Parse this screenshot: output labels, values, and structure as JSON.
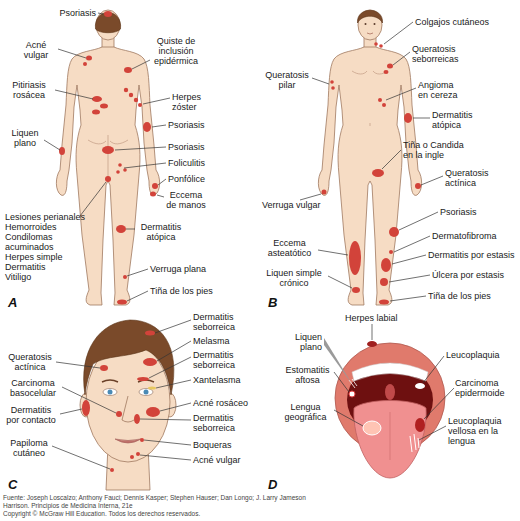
{
  "diagram": {
    "labels": [
      "Psoriasis",
      "Acné vulgar",
      "Quiste de inclusión epidérmica",
      "Pitiriasis rosácea",
      "Herpes zóster",
      "Psoriasis",
      "Liquen plano",
      "Psoriasis",
      "Foliculitis",
      "Ponfólice",
      "Eccema de manos",
      "Lesiones perianales",
      "Hemorroides",
      "Condilomas acuminados",
      "Herpes simple",
      "Dermatitis",
      "Vitiligo",
      "Dermatitis atópica",
      "Verruga plana",
      "Tiña de los pies",
      "A",
      "Colgajos cutáneos",
      "Queratosis seborreicas",
      "Queratosis pilar",
      "Angioma en cereza",
      "Dermatitis atópica",
      "Tiña o Candida en la ingle",
      "Queratosis actínica",
      "Verruga vulgar",
      "Psoriasis",
      "Dermatofibroma",
      "Eccema asteatótico",
      "Dermatitis por estasis",
      "Úlcera por estasis",
      "Liquen simple crónico",
      "Tiña de los pies",
      "B",
      "Dermatitis seborreica",
      "Melasma",
      "Dermatitis seborreica",
      "Queratosis actínica",
      "Xantelasma",
      "Carcinoma basocelular",
      "Dermatitis por contacto",
      "Acné rosáceo",
      "Dermatitis seborreica",
      "Papiloma cutáneo",
      "Boqueras",
      "Acné vulgar",
      "C",
      "Herpes labial",
      "Liquen plano",
      "Leucoplaquia",
      "Estomatitis aftosa",
      "Carcinoma epidermoide",
      "Lengua geográfica",
      "Leucoplaquia vellosa en la lengua",
      "D",
      "Fuente: Joseph Loscalzo; Anthony Fauci; Dennis Kasper; Stephen Hauser; Dan Longo; J. Larry Jameson",
      "Harrison. Principios de Medicina Interna, 21e",
      "Copyright © McGraw Hill Education. Todos los derechos reservados."
    ]
  }
}
